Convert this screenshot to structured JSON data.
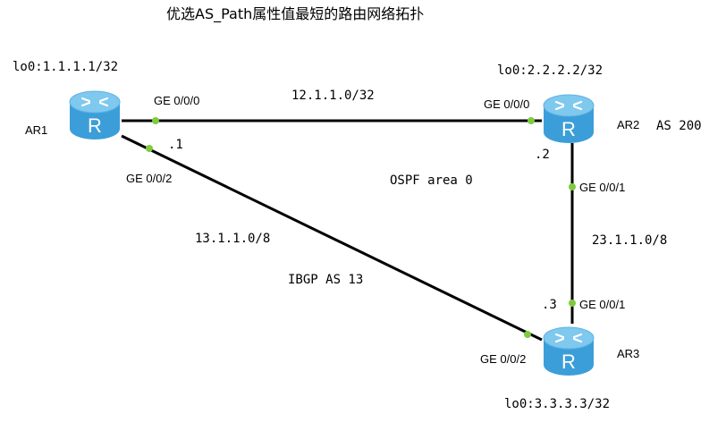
{
  "title": "优选AS_Path属性值最短的路由网络拓扑",
  "colors": {
    "link": "#000000",
    "port_dot": "#7ecb3c",
    "router_top": "#7fc8ee",
    "router_body": "#3c9ed9"
  },
  "routers": {
    "ar1": {
      "name": "AR1",
      "loopback": "lo0:1.1.1.1/32",
      "glyph": "R"
    },
    "ar2": {
      "name": "AR2",
      "as": "AS 200",
      "loopback": "lo0:2.2.2.2/32",
      "glyph": "R"
    },
    "ar3": {
      "name": "AR3",
      "loopback": "lo0:3.3.3.3/32",
      "glyph": "R"
    }
  },
  "links": {
    "ar1_ar2": {
      "subnet": "12.1.1.0/32",
      "ar1_port": "GE 0/0/0",
      "ar2_port": "GE 0/0/0"
    },
    "ar1_ar3": {
      "subnet": "13.1.1.0/8",
      "ar1_port": "GE 0/0/2",
      "ar3_port": "GE 0/0/2",
      "protocol": "IBGP AS 13"
    },
    "ar2_ar3": {
      "subnet": "23.1.1.0/8",
      "ar2_port": "GE 0/0/1",
      "ar3_port": "GE 0/0/1"
    }
  },
  "host_ids": {
    "ar1": ".1",
    "ar2": ".2",
    "ar3": ".3"
  },
  "area": "OSPF area 0"
}
